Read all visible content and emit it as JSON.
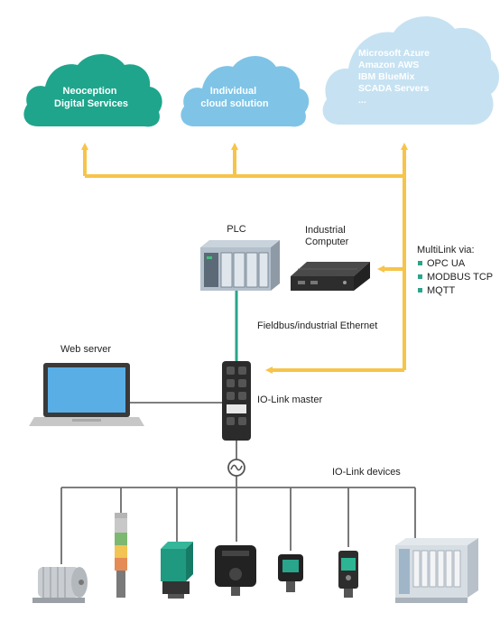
{
  "clouds": {
    "neoception": {
      "lines": [
        "Neoception",
        "Digital Services"
      ]
    },
    "individual": {
      "lines": [
        "Individual",
        "cloud solution"
      ]
    },
    "providers": {
      "lines": [
        "Microsoft Azure",
        "Amazon AWS",
        "IBM BlueMix",
        "SCADA Servers",
        "..."
      ]
    }
  },
  "labels": {
    "plc": "PLC",
    "industrial_computer": [
      "Industrial",
      "Computer"
    ],
    "multilink_title": "MultiLink via:",
    "multilink_items": [
      "OPC UA",
      "MODBUS TCP",
      "MQTT"
    ],
    "fieldbus": "Fieldbus/industrial Ethernet",
    "web_server": "Web server",
    "iolink_master": "IO-Link master",
    "iolink_devices": "IO-Link devices"
  },
  "colors": {
    "teal_cloud": "#1fa58c",
    "light_blue_cloud": "#7fc4e6",
    "pale_blue_cloud": "#c6e2f2",
    "arrow_yellow": "#f7c44a",
    "fieldbus_teal": "#2aa58a",
    "bus_line": "#6b6b6b",
    "bullet_teal": "#2aa58a"
  },
  "icons": [
    "cloud-icon",
    "plc-icon",
    "industrial-computer-icon",
    "laptop-icon",
    "iolink-master-icon",
    "iolink-symbol-icon",
    "motor-icon",
    "signal-tower-icon",
    "sensor-icon",
    "ultrasonic-sensor-icon",
    "color-sensor-icon",
    "photoelectric-sensor-icon",
    "valve-terminal-icon"
  ]
}
